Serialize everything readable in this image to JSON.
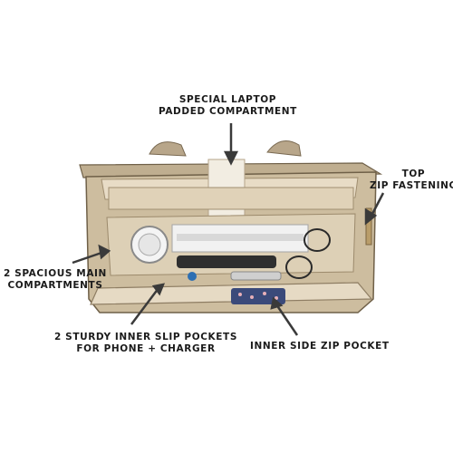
{
  "callouts": {
    "laptop": {
      "line1": "SPECIAL LAPTOP",
      "line2": "PADDED COMPARTMENT"
    },
    "top_zip": {
      "line1": "TOP",
      "line2": "ZIP FASTENING"
    },
    "main_compartments": {
      "line1": "2 SPACIOUS MAIN",
      "line2": "COMPARTMENTS"
    },
    "slip_pockets": {
      "line1": "2 STURDY INNER SLIP POCKETS",
      "line2": "FOR PHONE + CHARGER"
    },
    "side_zip": {
      "line1": "INNER SIDE ZIP POCKET"
    }
  },
  "colors": {
    "bag_tan": "#c8b79a",
    "bag_dark": "#8e7d63",
    "lining": "#e4d8c2",
    "arrow": "#3a3a3a"
  }
}
